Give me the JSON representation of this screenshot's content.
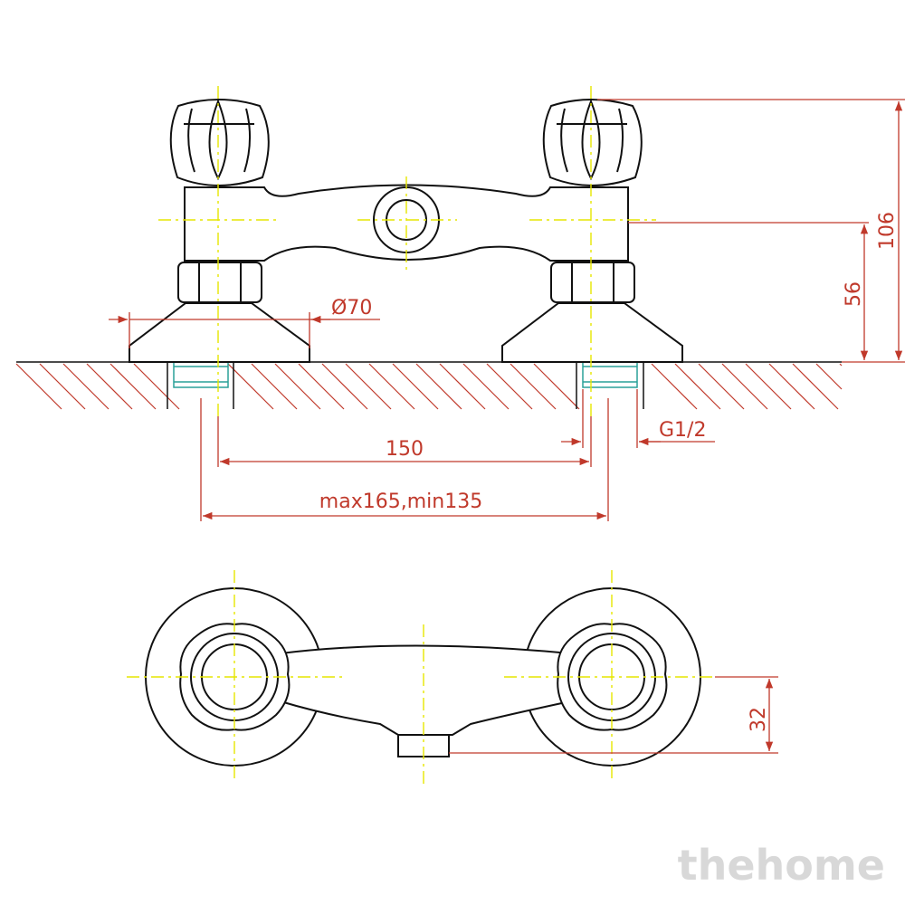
{
  "colors": {
    "outline": "#111111",
    "dimension": "#c0392b",
    "centerline": "#e6e600",
    "hatch": "#c0392b",
    "pipe": "#2aa198",
    "watermark": "#d8d8d8"
  },
  "dimensions": {
    "base_diameter": "Ø70",
    "total_height": "106",
    "axis_height": "56",
    "axis_spacing": "150",
    "connection_range": "max165,min135",
    "thread": "G1/2",
    "outlet_offset": "32"
  },
  "watermark": "thehome"
}
